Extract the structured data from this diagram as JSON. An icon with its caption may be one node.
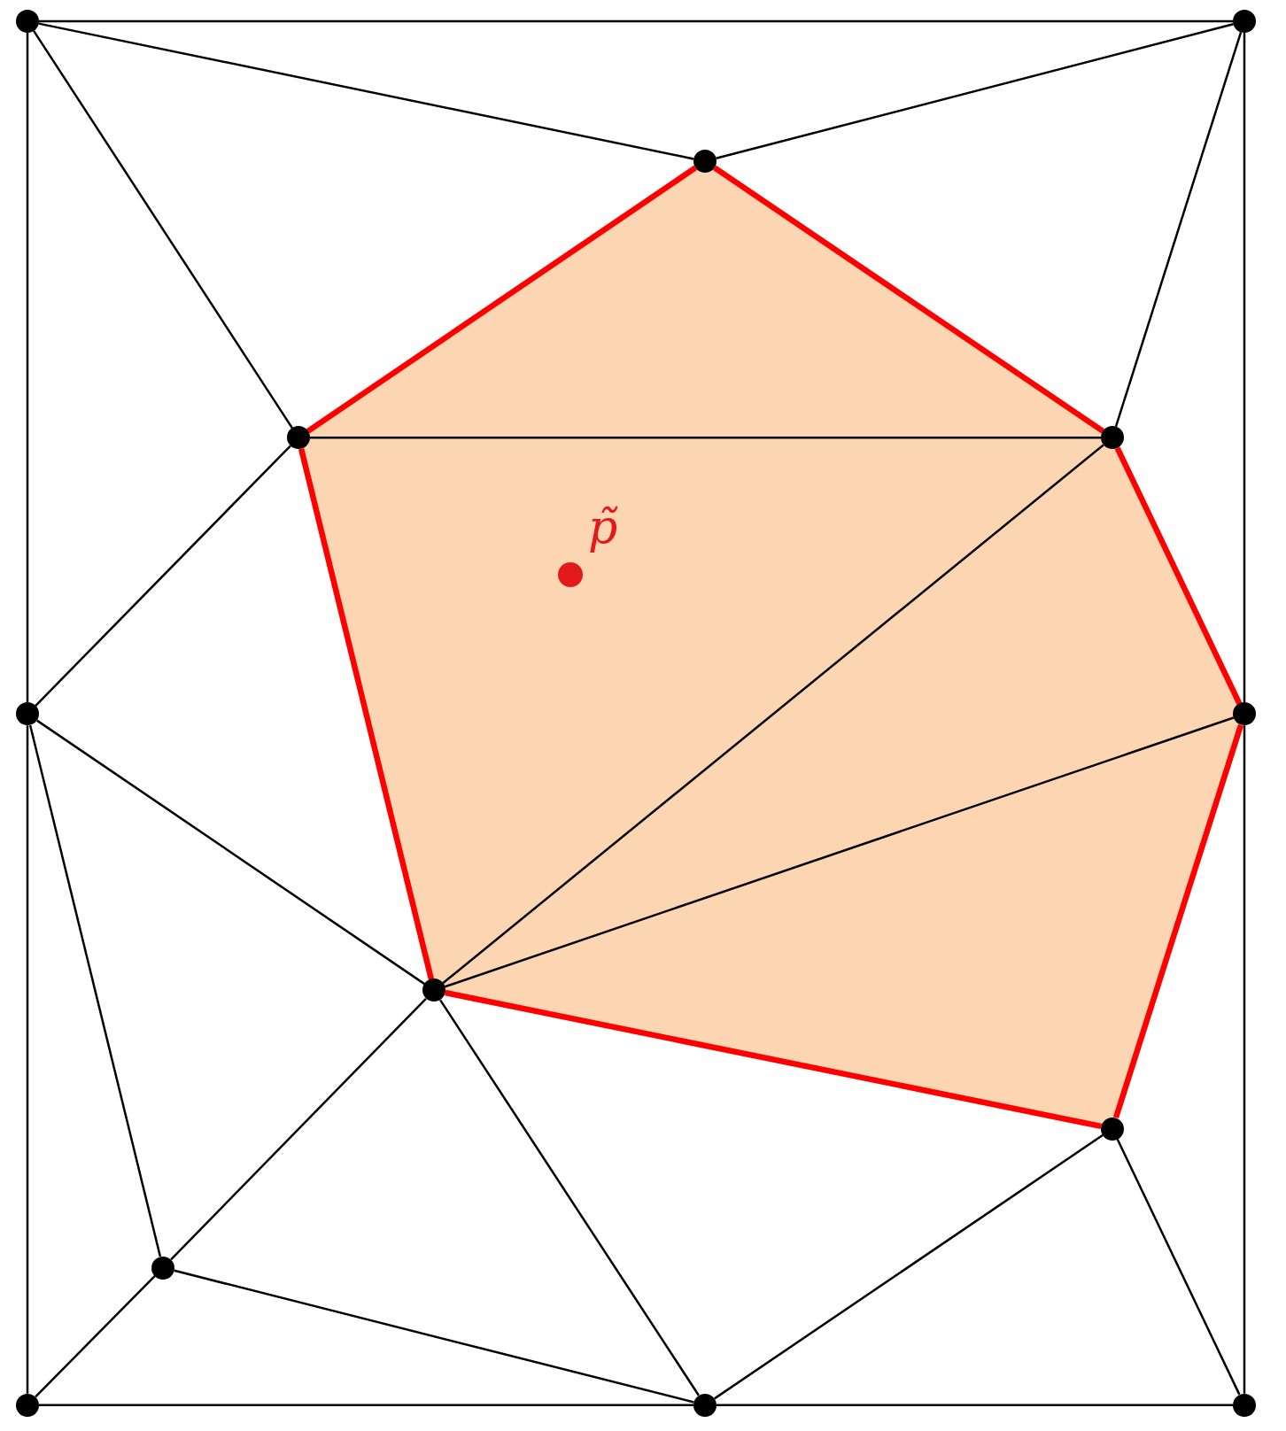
{
  "diagram": {
    "nodes": [
      {
        "text": [],
        "shape": "circle"
      },
      {
        "text": [],
        "shape": "circle"
      },
      {
        "text": [],
        "shape": "circle"
      },
      {
        "text": [],
        "shape": "circle"
      },
      {
        "text": [],
        "shape": "circle"
      },
      {
        "text": [],
        "shape": "circle"
      },
      {
        "text": [],
        "shape": "circle"
      },
      {
        "text": [],
        "shape": "circle"
      },
      {
        "text": [],
        "shape": "circle"
      },
      {
        "text": [],
        "shape": "circle"
      },
      {
        "text": [],
        "shape": "circle"
      },
      {
        "text": [],
        "shape": "circle"
      },
      {
        "text": [],
        "shape": "circle"
      },
      {
        "text": [],
        "shape": "circle",
        "beside": [
          "p̃"
        ]
      }
    ],
    "edges": [
      {
        "from": 0,
        "to": 1,
        "arrow": "none"
      },
      {
        "from": 0,
        "to": 2,
        "arrow": "none"
      },
      {
        "from": 0,
        "to": 3,
        "arrow": "none"
      },
      {
        "from": 0,
        "to": 5,
        "arrow": "none"
      },
      {
        "from": 1,
        "to": 2,
        "arrow": "none"
      },
      {
        "from": 1,
        "to": 4,
        "arrow": "none"
      },
      {
        "from": 1,
        "to": 6,
        "arrow": "none"
      },
      {
        "from": 2,
        "to": 3,
        "arrow": "none",
        "style": "thick",
        "color": "#ff0000"
      },
      {
        "from": 2,
        "to": 4,
        "arrow": "none",
        "style": "thick",
        "color": "#ff0000"
      },
      {
        "from": 3,
        "to": 4,
        "arrow": "none"
      },
      {
        "from": 3,
        "to": 5,
        "arrow": "none"
      },
      {
        "from": 3,
        "to": 7,
        "arrow": "none",
        "style": "thick",
        "color": "#ff0000"
      },
      {
        "from": 4,
        "to": 6,
        "arrow": "none",
        "style": "thick",
        "color": "#ff0000"
      },
      {
        "from": 4,
        "to": 7,
        "arrow": "none"
      },
      {
        "from": 5,
        "to": 7,
        "arrow": "none"
      },
      {
        "from": 5,
        "to": 9,
        "arrow": "none"
      },
      {
        "from": 5,
        "to": 10,
        "arrow": "none"
      },
      {
        "from": 6,
        "to": 7,
        "arrow": "none"
      },
      {
        "from": 6,
        "to": 8,
        "arrow": "none",
        "style": "thick",
        "color": "#ff0000"
      },
      {
        "from": 6,
        "to": 12,
        "arrow": "none"
      },
      {
        "from": 7,
        "to": 8,
        "arrow": "none",
        "style": "thick",
        "color": "#ff0000"
      },
      {
        "from": 7,
        "to": 9,
        "arrow": "none"
      },
      {
        "from": 7,
        "to": 11,
        "arrow": "none"
      },
      {
        "from": 8,
        "to": 11,
        "arrow": "none"
      },
      {
        "from": 8,
        "to": 12,
        "arrow": "none"
      },
      {
        "from": 9,
        "to": 10,
        "arrow": "none"
      },
      {
        "from": 9,
        "to": 11,
        "arrow": "none"
      },
      {
        "from": 10,
        "to": 11,
        "arrow": "none"
      },
      {
        "from": 11,
        "to": 12,
        "arrow": "none"
      }
    ]
  }
}
